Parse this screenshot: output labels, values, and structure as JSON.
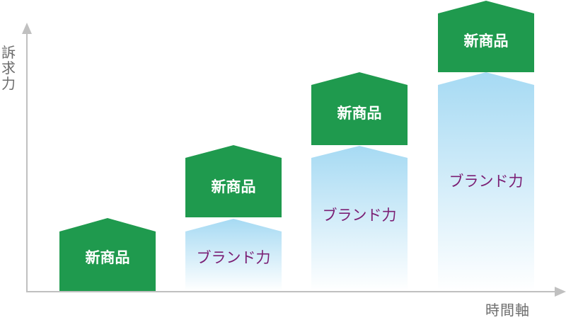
{
  "axes": {
    "y_label": "訴求力",
    "x_label": "時間軸"
  },
  "stages": [
    {
      "new_product": "新商品",
      "brand": ""
    },
    {
      "new_product": "新商品",
      "brand": "ブランド力"
    },
    {
      "new_product": "新商品",
      "brand": "ブランド力"
    },
    {
      "new_product": "新商品",
      "brand": "ブランド力"
    }
  ],
  "colors": {
    "new_product_fill": "#1f9a4e",
    "brand_fill_top": "#a8dcf4",
    "brand_text": "#7b1f74",
    "axis": "#bfbfbf",
    "axis_text": "#6d6d6d"
  }
}
